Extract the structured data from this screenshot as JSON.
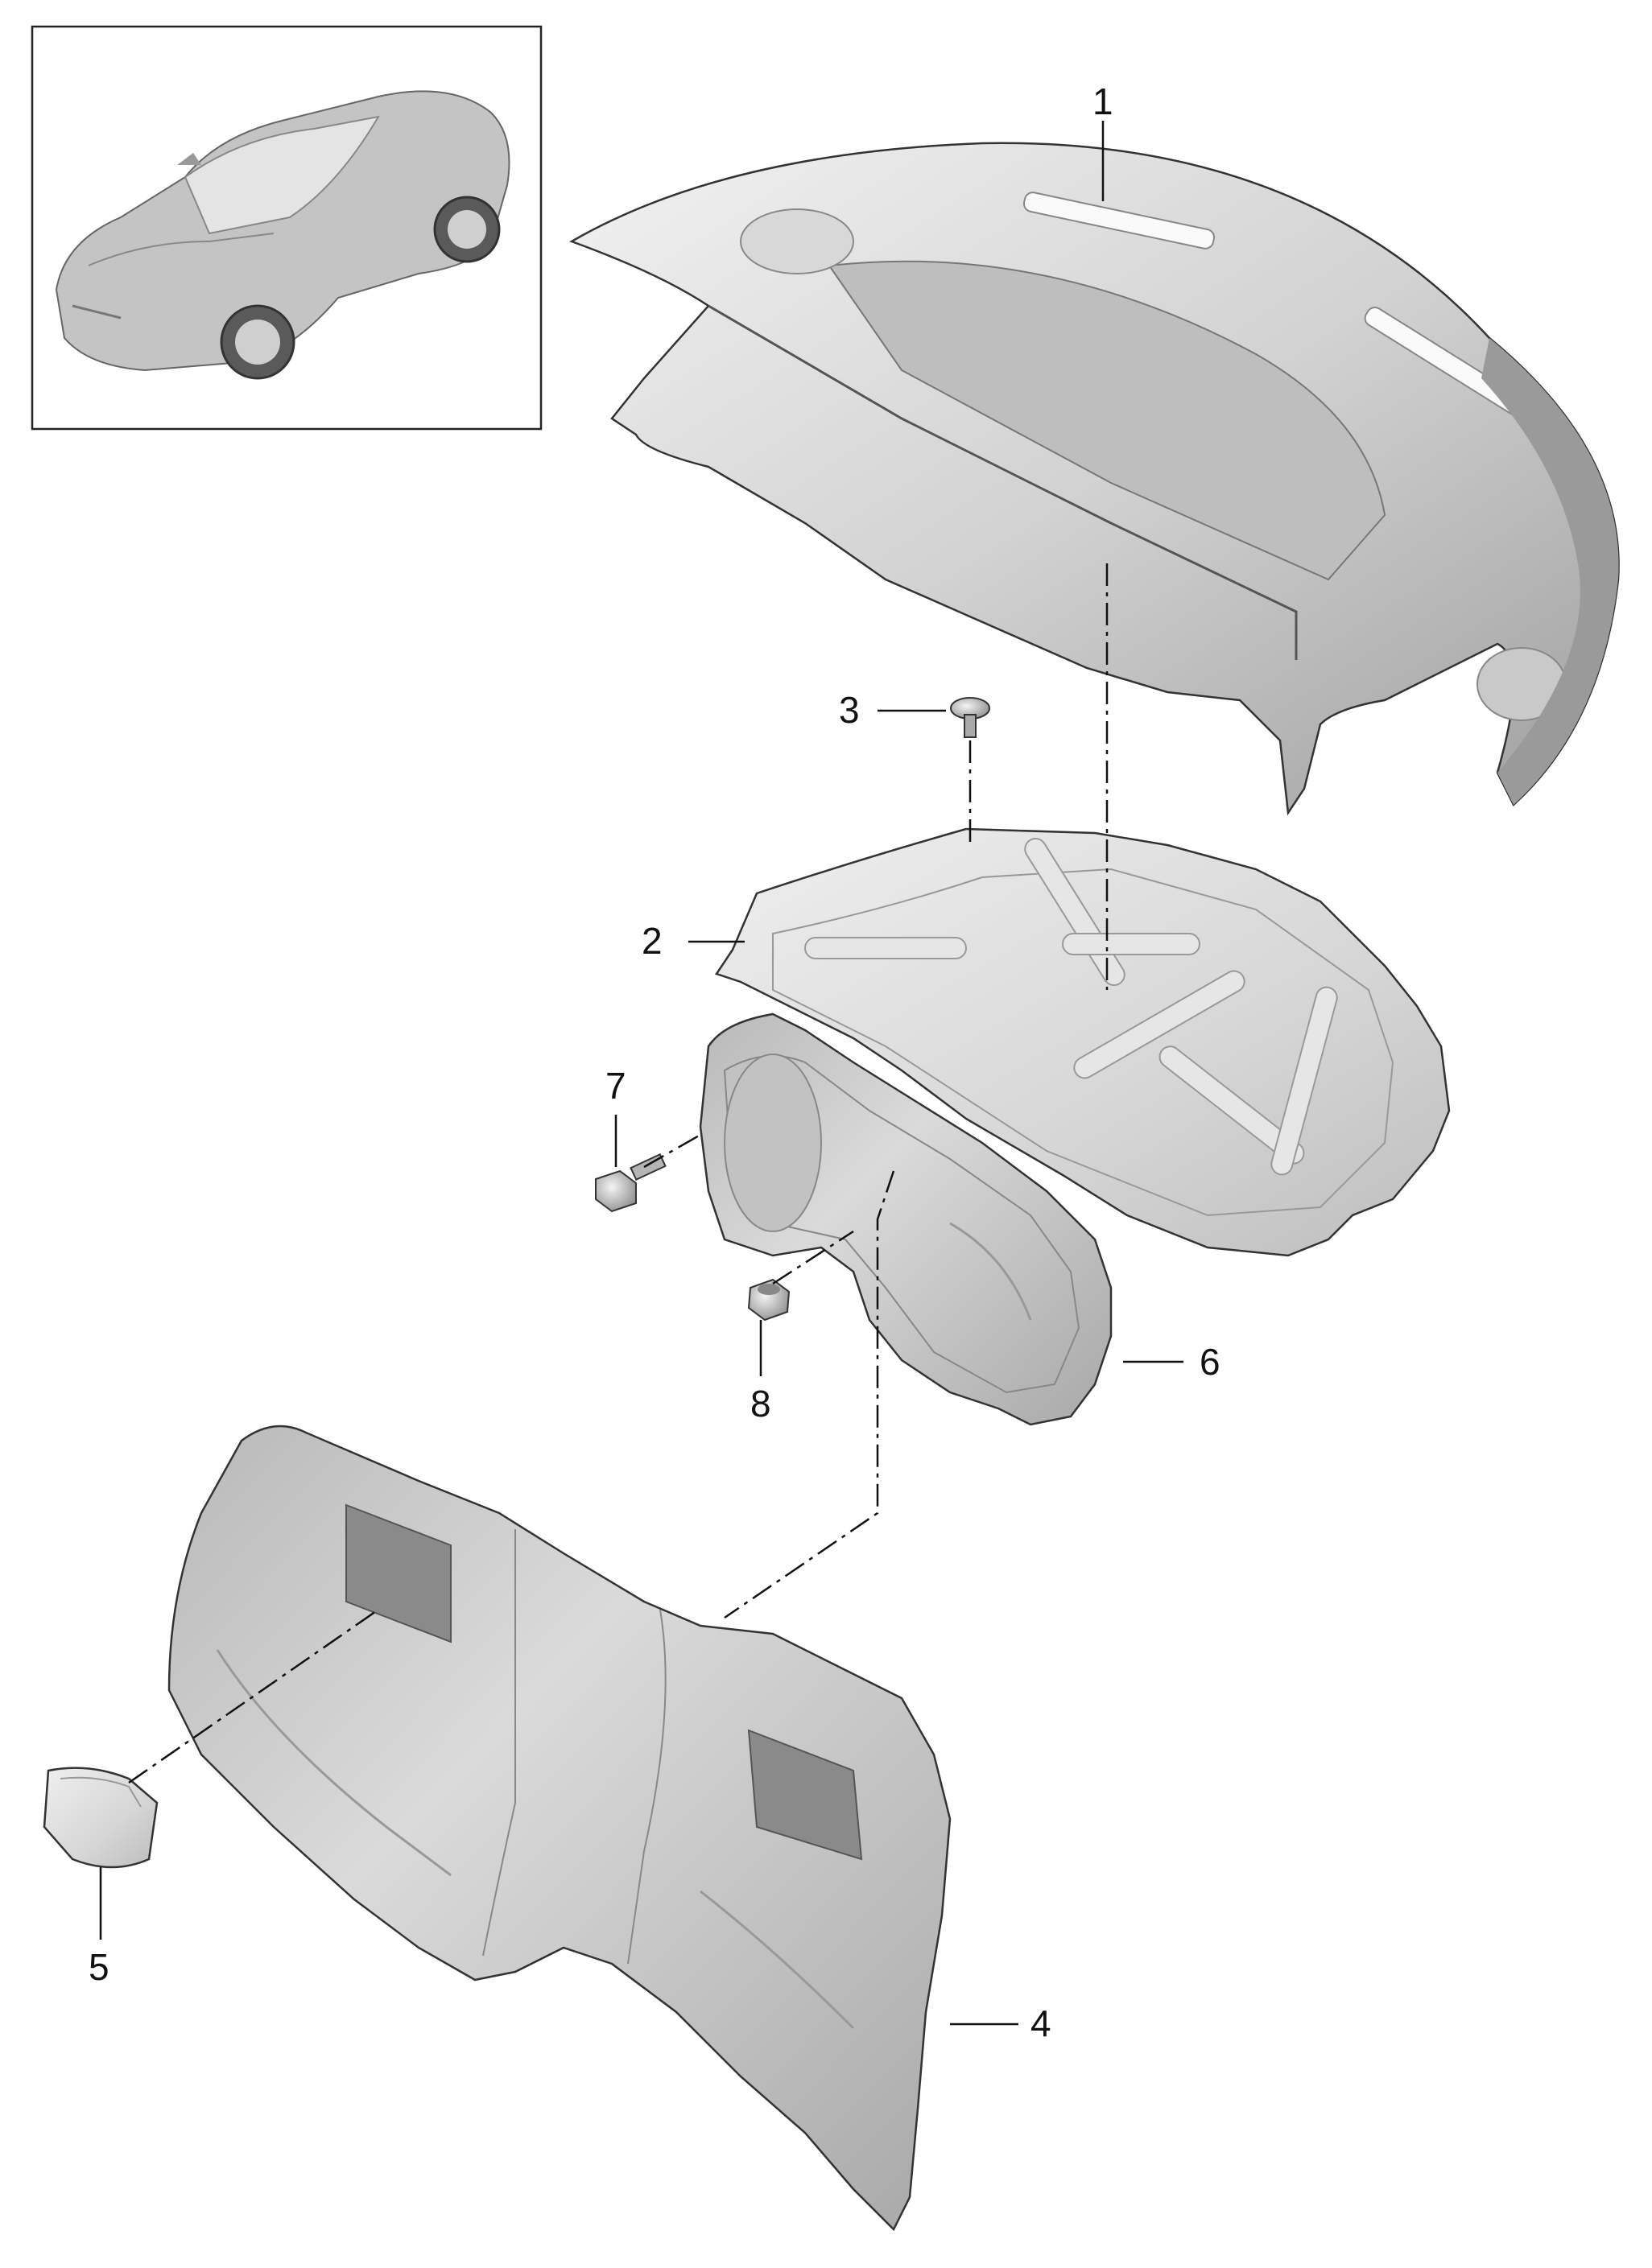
{
  "callouts": [
    {
      "id": "1",
      "label": "1"
    },
    {
      "id": "2",
      "label": "2"
    },
    {
      "id": "3",
      "label": "3"
    },
    {
      "id": "4",
      "label": "4"
    },
    {
      "id": "5",
      "label": "5"
    },
    {
      "id": "6",
      "label": "6"
    },
    {
      "id": "7",
      "label": "7"
    },
    {
      "id": "8",
      "label": "8"
    }
  ],
  "colors": {
    "part_fill": "#cfcfcf",
    "part_shade": "#9a9a9a",
    "part_light": "#ececec",
    "line": "#111111"
  },
  "thumbnail": {
    "icon": "car-thumbnail-icon"
  }
}
